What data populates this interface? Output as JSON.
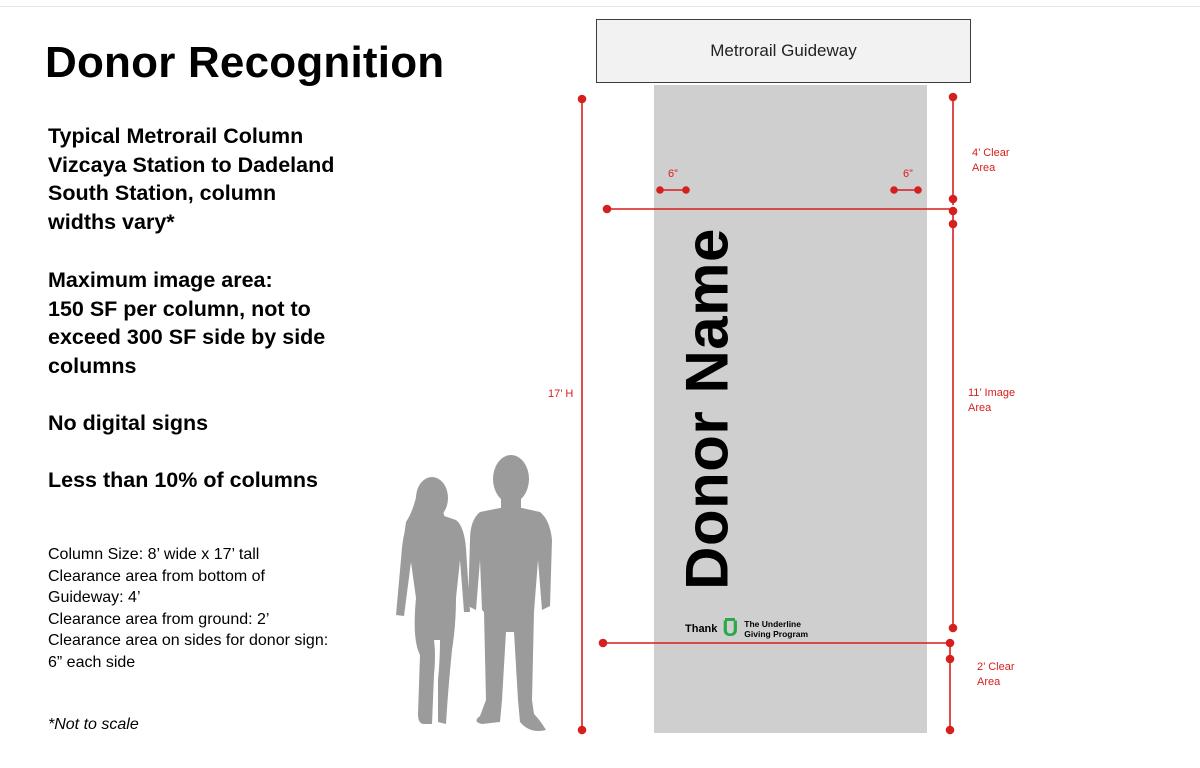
{
  "title": "Donor Recognition",
  "typical": [
    "Typical Metrorail Column",
    "Vizcaya Station to Dadeland",
    "South Station, column",
    "widths vary*"
  ],
  "max_area": [
    "Maximum image area:",
    "150 SF per column, not to",
    "exceed 300 SF side by side",
    "columns"
  ],
  "no_digital": "No digital signs",
  "less_than": "Less than 10% of columns",
  "specs": [
    "Column Size: 8’ wide x 17’ tall",
    "Clearance area from bottom of",
    "Guideway: 4’",
    "Clearance area from ground: 2’",
    "Clearance area on sides for donor sign:",
    "6” each side"
  ],
  "note": "*Not to scale",
  "diagram": {
    "guideway_label": "Metrorail Guideway",
    "donor_name": "Donor Name",
    "height_label": "17’ H",
    "side_left_label": "6”",
    "side_right_label": "6”",
    "clear_top": [
      "4’ Clear",
      "Area"
    ],
    "image_area": [
      "11’ Image",
      "Area"
    ],
    "clear_bottom": [
      "2’ Clear",
      "Area"
    ],
    "logo": {
      "thank": "Thank",
      "u": "U",
      "program": [
        "The Underline",
        "Giving Program"
      ]
    }
  },
  "colors": {
    "dimension": "#d61f1f",
    "column": "#cfcfcf",
    "logo_green": "#2aa84a",
    "silhouette": "#9b9b9b"
  }
}
